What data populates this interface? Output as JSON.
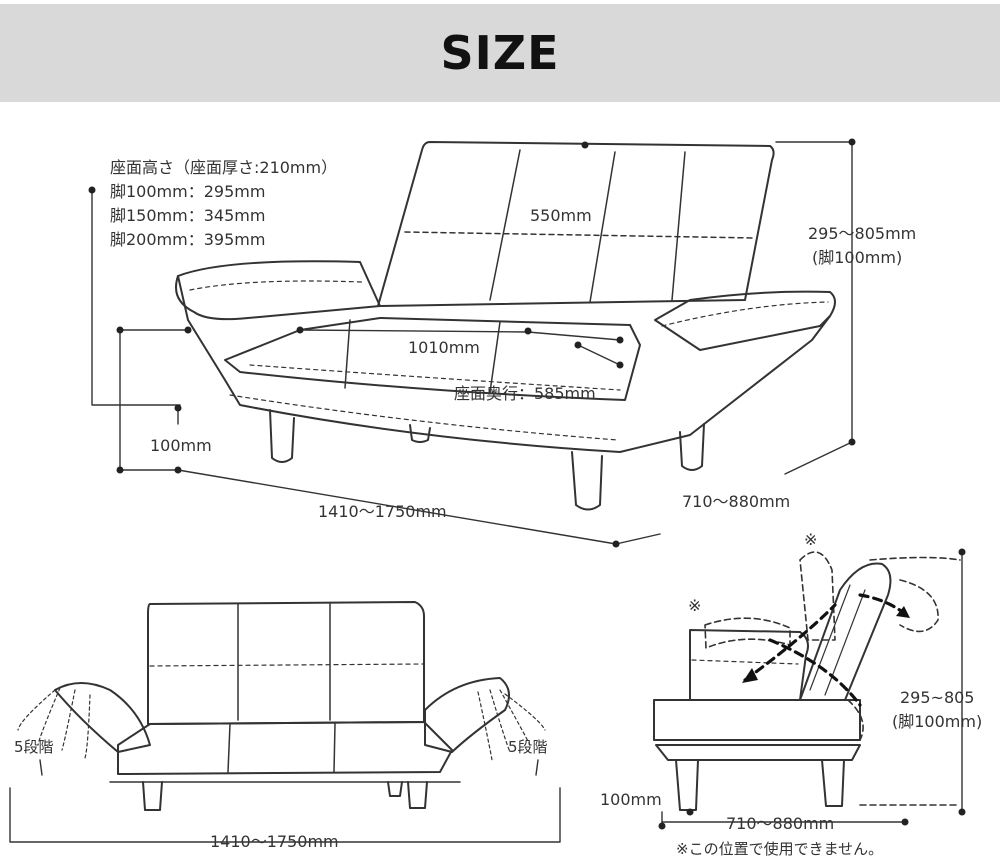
{
  "header": {
    "title": "SIZE"
  },
  "main_view": {
    "seat_height_title": "座面高さ（座面厚さ:210mm）",
    "leg_specs": [
      "脚100mm：295mm",
      "脚150mm：345mm",
      "脚200mm：395mm"
    ],
    "backrest_height": "550mm",
    "seat_width": "1010mm",
    "seat_depth": "座面奥行：585mm",
    "leg_height": "100mm",
    "total_width": "1410～1750mm",
    "total_depth": "710～880mm",
    "total_height": "295～805mm",
    "total_height_note": "(脚100mm)"
  },
  "front_view": {
    "left_arm_steps": "5段階",
    "right_arm_steps": "5段階",
    "total_width": "1410～1750mm"
  },
  "side_view": {
    "mark_top": "※",
    "mark_left": "※",
    "height": "295~805",
    "height_note": "(脚100mm)",
    "leg_height": "100mm",
    "depth": "710～880mm",
    "note": "※この位置で使用できません。"
  }
}
